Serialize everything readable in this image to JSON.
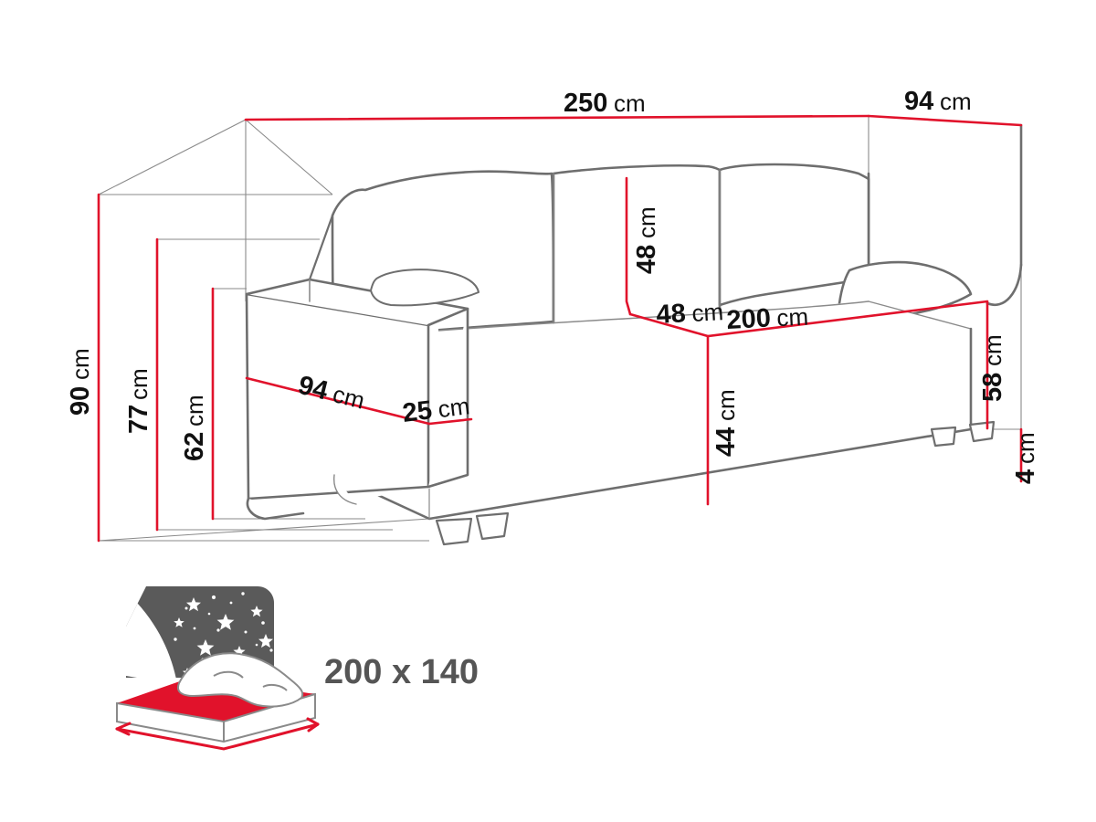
{
  "document": {
    "kind": "furniture-dimension-diagram",
    "subject": "sofa-bed",
    "background_color": "#ffffff"
  },
  "colors": {
    "dimension_line": "#e1122b",
    "sofa_outline": "#6e6e6e",
    "construction_line": "#8a8a8a",
    "label_text": "#111111",
    "bed_icon_gray": "#5a5a5a",
    "bed_icon_red": "#e1122b",
    "bed_size_text": "#555555"
  },
  "dimensions": {
    "total_width": {
      "value": "250",
      "unit": "cm",
      "name": "total-width"
    },
    "total_depth": {
      "value": "94",
      "unit": "cm",
      "name": "total-depth"
    },
    "total_height": {
      "value": "90",
      "unit": "cm",
      "name": "total-height"
    },
    "back_height": {
      "value": "77",
      "unit": "cm",
      "name": "back-height"
    },
    "arm_height": {
      "value": "62",
      "unit": "cm",
      "name": "arm-height"
    },
    "backrest_height": {
      "value": "48",
      "unit": "cm",
      "name": "backrest-height"
    },
    "seat_depth": {
      "value": "48",
      "unit": "cm",
      "name": "seat-depth"
    },
    "seat_width": {
      "value": "200",
      "unit": "cm",
      "name": "seat-width"
    },
    "arm_depth_outer": {
      "value": "94",
      "unit": "cm",
      "name": "arm-outer-depth"
    },
    "arm_width": {
      "value": "25",
      "unit": "cm",
      "name": "arm-width"
    },
    "seat_height": {
      "value": "44",
      "unit": "cm",
      "name": "seat-height"
    },
    "side_height": {
      "value": "58",
      "unit": "cm",
      "name": "side-height"
    },
    "leg_height": {
      "value": "4",
      "unit": "cm",
      "name": "leg-height"
    }
  },
  "bed_icon": {
    "size_label": "200 x 140",
    "name": "sleeping-area-icon"
  }
}
